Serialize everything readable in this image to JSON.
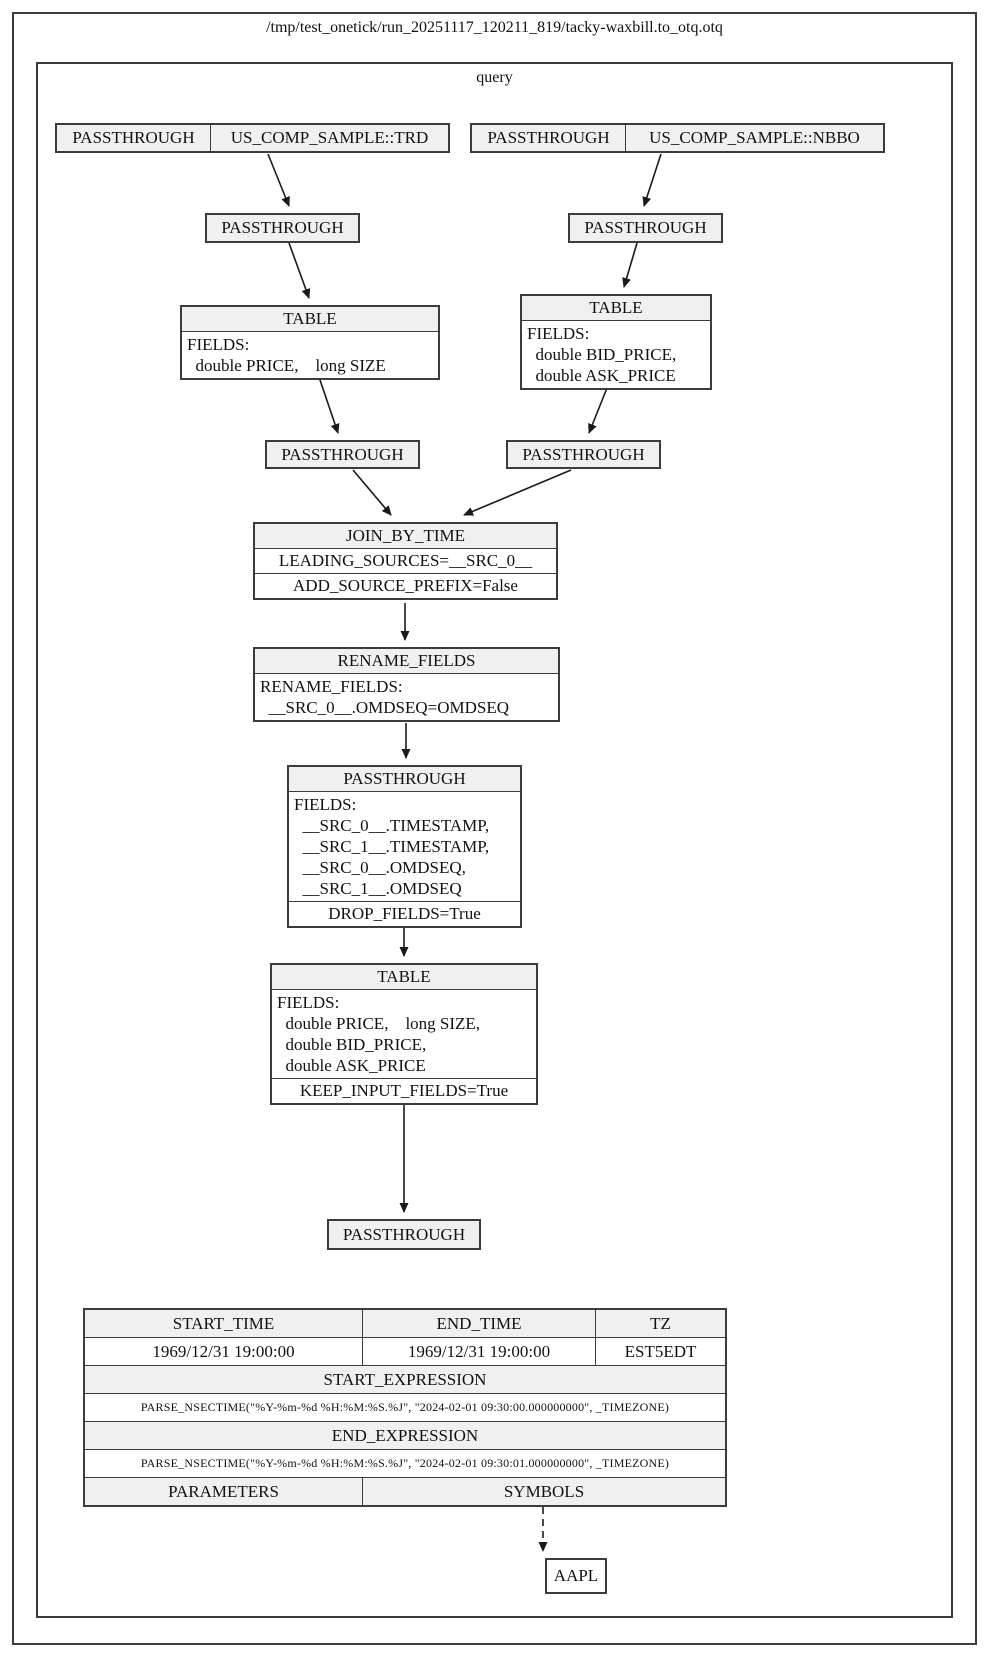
{
  "title": "/tmp/test_onetick/run_20251117_120211_819/tacky-waxbill.to_otq.otq",
  "cluster": {
    "label": "query"
  },
  "nodes": {
    "src_trd": {
      "cell1": "PASSTHROUGH",
      "cell2": "US_COMP_SAMPLE::TRD"
    },
    "src_nbbo": {
      "cell1": "PASSTHROUGH",
      "cell2": "US_COMP_SAMPLE::NBBO"
    },
    "pt_trd_1": {
      "label": "PASSTHROUGH"
    },
    "pt_nbbo_1": {
      "label": "PASSTHROUGH"
    },
    "table_trd": {
      "title": "TABLE",
      "body": "FIELDS:\n  double PRICE,    long SIZE"
    },
    "table_nbbo": {
      "title": "TABLE",
      "body": "FIELDS:\n  double BID_PRICE,\n  double ASK_PRICE"
    },
    "pt_trd_2": {
      "label": "PASSTHROUGH"
    },
    "pt_nbbo_2": {
      "label": "PASSTHROUGH"
    },
    "join_by_time": {
      "title": "JOIN_BY_TIME",
      "row1": "LEADING_SOURCES=__SRC_0__",
      "row2": "ADD_SOURCE_PREFIX=False"
    },
    "rename_fields": {
      "title": "RENAME_FIELDS",
      "body": "RENAME_FIELDS:\n  __SRC_0__.OMDSEQ=OMDSEQ"
    },
    "passthrough_drop": {
      "title": "PASSTHROUGH",
      "body": "FIELDS:\n  __SRC_0__.TIMESTAMP,\n  __SRC_1__.TIMESTAMP,\n  __SRC_0__.OMDSEQ,\n  __SRC_1__.OMDSEQ",
      "row": "DROP_FIELDS=True"
    },
    "table_final": {
      "title": "TABLE",
      "body": "FIELDS:\n  double PRICE,    long SIZE,\n  double BID_PRICE,\n  double ASK_PRICE",
      "row": "KEEP_INPUT_FIELDS=True"
    },
    "pt_final": {
      "label": "PASSTHROUGH"
    },
    "symbol": {
      "label": "AAPL"
    }
  },
  "query_info": {
    "start_time_header": "START_TIME",
    "end_time_header": "END_TIME",
    "tz_header": "TZ",
    "start_time": "1969/12/31 19:00:00",
    "end_time": "1969/12/31 19:00:00",
    "tz": "EST5EDT",
    "start_expression_header": "START_EXPRESSION",
    "start_expression": "PARSE_NSECTIME(\"%Y-%m-%d %H:%M:%S.%J\", \"2024-02-01 09:30:00.000000000\", _TIMEZONE)",
    "end_expression_header": "END_EXPRESSION",
    "end_expression": "PARSE_NSECTIME(\"%Y-%m-%d %H:%M:%S.%J\", \"2024-02-01 09:30:01.000000000\", _TIMEZONE)",
    "parameters_header": "PARAMETERS",
    "symbols_header": "SYMBOLS"
  },
  "colors": {
    "node_fill": "#f0f0f0",
    "body_fill": "#ffffff",
    "border": "#3c3c3c",
    "edge": "#1a1a1a"
  }
}
